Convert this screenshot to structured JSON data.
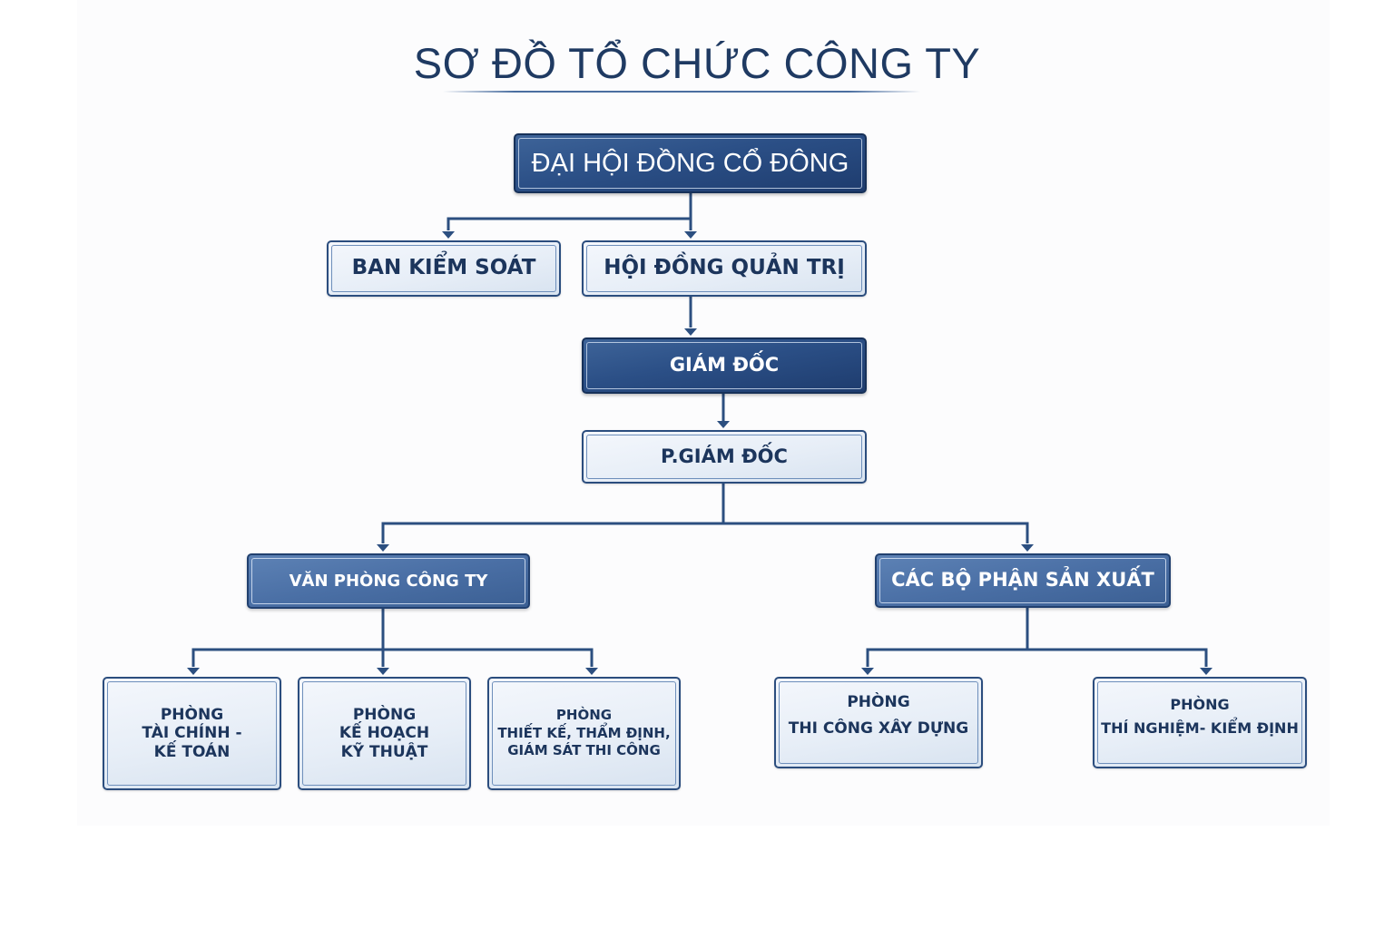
{
  "title": "SƠ ĐỒ TỔ CHỨC CÔNG TY",
  "colors": {
    "title_text": "#1f3a62",
    "dark_box": "#2b4f86",
    "mid_box": "#4a6fa5",
    "light_box": "#e7eef7",
    "connector": "#2c4f80",
    "light_box_text": "#1c355c"
  },
  "nodes": {
    "shareholders": {
      "lines": [
        "ĐẠI HỘI ĐỒNG CỔ ĐÔNG"
      ]
    },
    "supervisory_board": {
      "lines": [
        "BAN KIỂM SOÁT"
      ]
    },
    "board_of_directors": {
      "lines": [
        "HỘI ĐỒNG QUẢN TRỊ"
      ]
    },
    "director": {
      "lines": [
        "GIÁM ĐỐC"
      ]
    },
    "deputy_director": {
      "lines": [
        "P.GIÁM ĐỐC"
      ]
    },
    "company_office": {
      "lines": [
        "VĂN PHÒNG CÔNG TY"
      ]
    },
    "production_units": {
      "lines": [
        "CÁC BỘ PHẬN SẢN XUẤT"
      ]
    },
    "finance_accounting": {
      "lines": [
        "PHÒNG",
        "TÀI CHÍNH -",
        "KẾ TOÁN"
      ]
    },
    "planning_technical": {
      "lines": [
        "PHÒNG",
        "KẾ HOẠCH",
        "KỸ THUẬT"
      ]
    },
    "design_appraisal": {
      "lines": [
        "PHÒNG",
        "THIẾT KẾ, THẨM ĐỊNH,",
        "GIÁM SÁT THI CÔNG"
      ]
    },
    "construction": {
      "lines": [
        "PHÒNG",
        "THI CÔNG XÂY DỰNG"
      ]
    },
    "testing_inspection": {
      "lines": [
        "PHÒNG",
        "THÍ NGHIỆM- KIỂM ĐỊNH"
      ]
    }
  },
  "edges": [
    [
      "shareholders",
      "supervisory_board"
    ],
    [
      "shareholders",
      "board_of_directors"
    ],
    [
      "board_of_directors",
      "director"
    ],
    [
      "director",
      "deputy_director"
    ],
    [
      "deputy_director",
      "company_office"
    ],
    [
      "deputy_director",
      "production_units"
    ],
    [
      "company_office",
      "finance_accounting"
    ],
    [
      "company_office",
      "planning_technical"
    ],
    [
      "company_office",
      "design_appraisal"
    ],
    [
      "production_units",
      "construction"
    ],
    [
      "production_units",
      "testing_inspection"
    ]
  ]
}
